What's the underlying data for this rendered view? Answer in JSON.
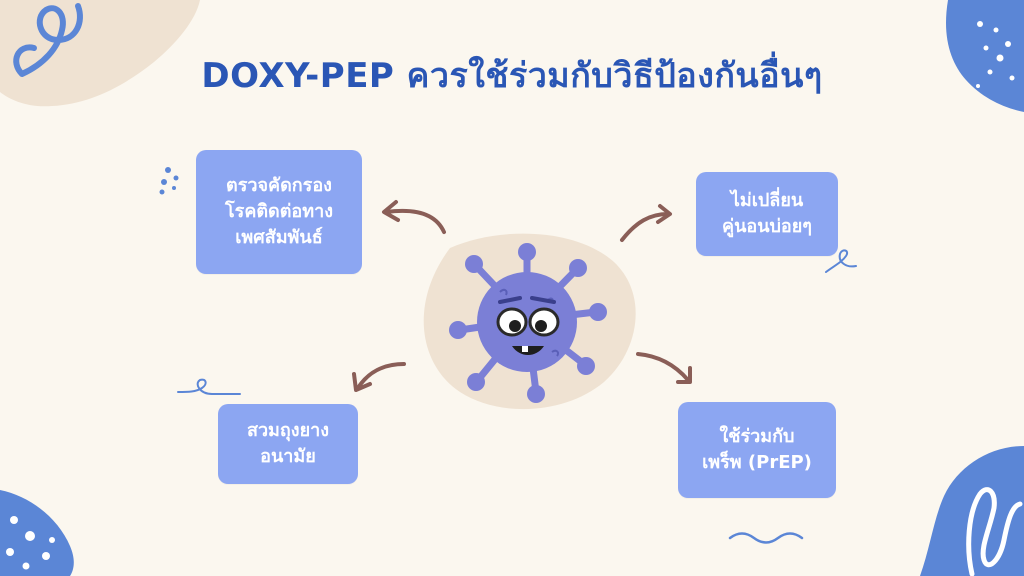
{
  "title": "DOXY-PEP ควรใช้ร่วมกับวิธีป้องกันอื่นๆ",
  "cards": [
    {
      "lines": [
        "ตรวจคัดกรอง",
        "โรคติดต่อทาง",
        "เพศสัมพันธ์"
      ]
    },
    {
      "lines": [
        "ไม่เปลี่ยน",
        "คู่นอนบ่อยๆ"
      ]
    },
    {
      "lines": [
        "สวมถุงยาง",
        "อนามัย"
      ]
    },
    {
      "lines": [
        "ใช้ร่วมกับ",
        "เพร็พ (PrEP)"
      ]
    }
  ],
  "colors": {
    "background": "#fbf7ef",
    "title": "#2a56b5",
    "card": "#8ca6f2",
    "blob_blue": "#5b86d6",
    "blob_beige": "#efe2d2",
    "virus": "#7b7fd6",
    "arrow": "#8a5e57"
  },
  "icons": [
    "virus-mascot-icon",
    "curved-arrow-icon"
  ]
}
